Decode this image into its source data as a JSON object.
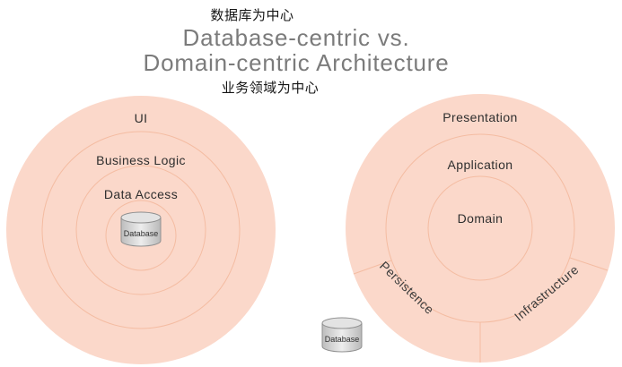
{
  "header": {
    "db_centric_label": "数据库为中心",
    "title_line1": "Database-centric vs.",
    "title_line2": "Domain-centric Architecture",
    "domain_centric_label": "业务领域为中心"
  },
  "left_diagram": {
    "layers": [
      "UI",
      "Business Logic",
      "Data Access"
    ],
    "center_label": "Database"
  },
  "right_diagram": {
    "layers": [
      "Presentation",
      "Application",
      "Domain"
    ],
    "outer_segments": [
      "Persistence",
      "Infrastructure"
    ],
    "external_database_label": "Database"
  },
  "colors": {
    "circle_fill": "#fbd8ca",
    "circle_stroke": "#f4bca2",
    "title_color": "#7b7b7b",
    "label_color": "#2e2e2e",
    "cylinder_body": "#d0d0d0",
    "cylinder_top": "#e3e3e3"
  }
}
